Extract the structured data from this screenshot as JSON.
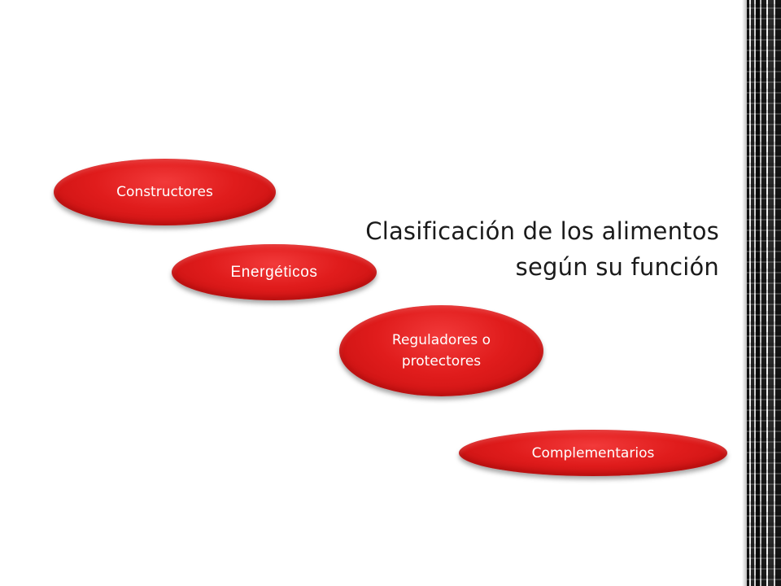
{
  "slide": {
    "title_line1": "Clasificación de los alimentos",
    "title_line2": "según su función"
  },
  "categories": [
    {
      "label": "Constructores"
    },
    {
      "label": "Energéticos"
    },
    {
      "label_line1": "Reguladores o",
      "label_line2": "protectores"
    },
    {
      "label": "Complementarios"
    }
  ],
  "colors": {
    "ellipse_fill": "#e01c1c",
    "ellipse_text": "#ffffff",
    "title_text": "#1a1a1a",
    "background": "#ffffff"
  }
}
